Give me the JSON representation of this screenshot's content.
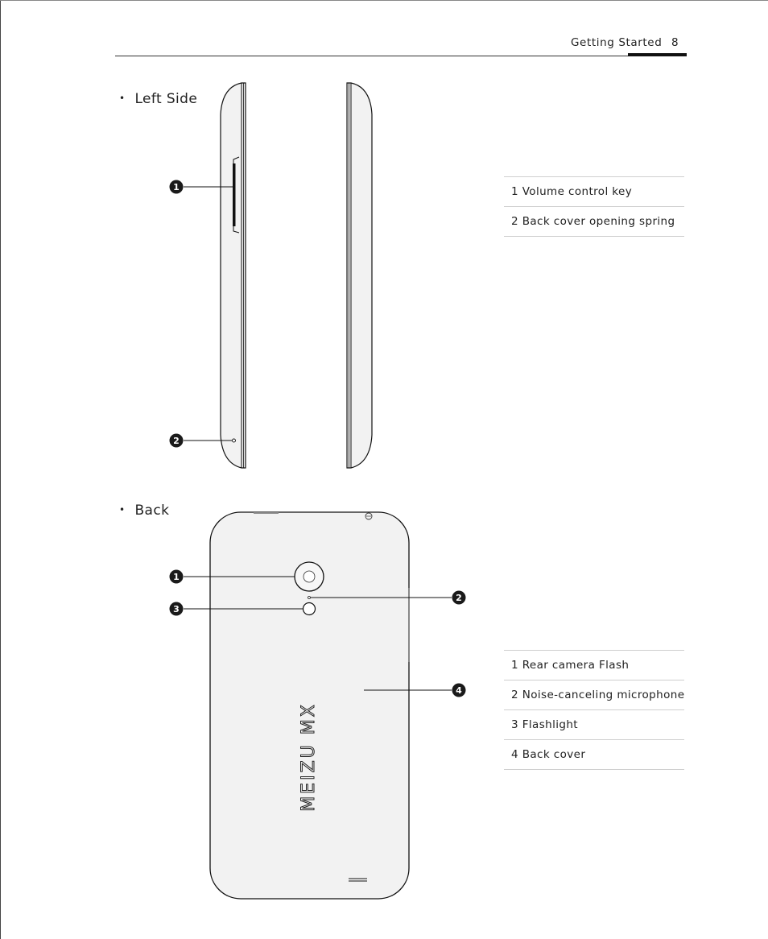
{
  "header": {
    "section": "Getting Started",
    "page_number": "8"
  },
  "left_side": {
    "heading": "Left Side",
    "callouts": [
      "1",
      "2"
    ],
    "legend": [
      {
        "num": "1",
        "text": "Volume control key"
      },
      {
        "num": "2",
        "text": "Back cover opening spring"
      }
    ]
  },
  "back": {
    "heading": "Back",
    "callouts": [
      "1",
      "2",
      "3",
      "4"
    ],
    "brand_logo": "MEIZU MX",
    "legend": [
      {
        "num": "1",
        "text": "Rear camera Flash"
      },
      {
        "num": "2",
        "text": "Noise-canceling microphone"
      },
      {
        "num": "3",
        "text": "Flashlight"
      },
      {
        "num": "4",
        "text": "Back cover"
      }
    ]
  }
}
